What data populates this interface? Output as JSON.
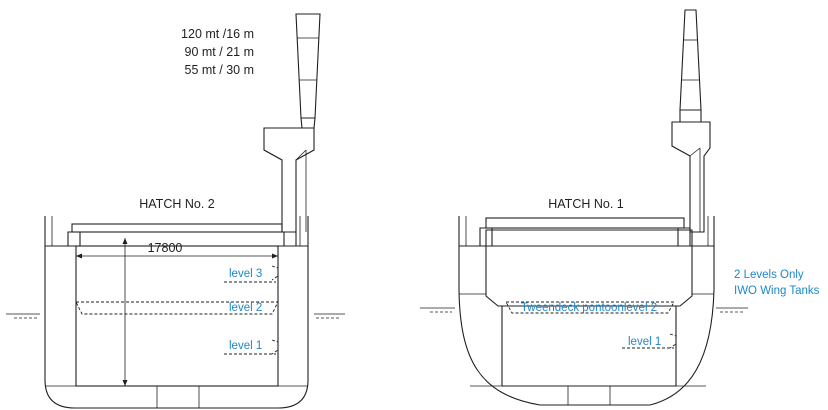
{
  "crane_capacity": [
    "120 mt /16 m",
    "90 mt / 21 m",
    "55 mt / 30 m"
  ],
  "hatch2": {
    "title": "HATCH No. 2",
    "width": "17800",
    "levels": [
      "level 3",
      "level 2",
      "level 1"
    ]
  },
  "hatch1": {
    "title": "HATCH No. 1",
    "tweendeck": "Tweendeck pontoonlevel 2",
    "level1": "level 1",
    "note_line1": "2 Levels Only",
    "note_line2": "IWO Wing Tanks"
  },
  "colors": {
    "line": "#231f20",
    "label_blue": "#1e88c8"
  }
}
